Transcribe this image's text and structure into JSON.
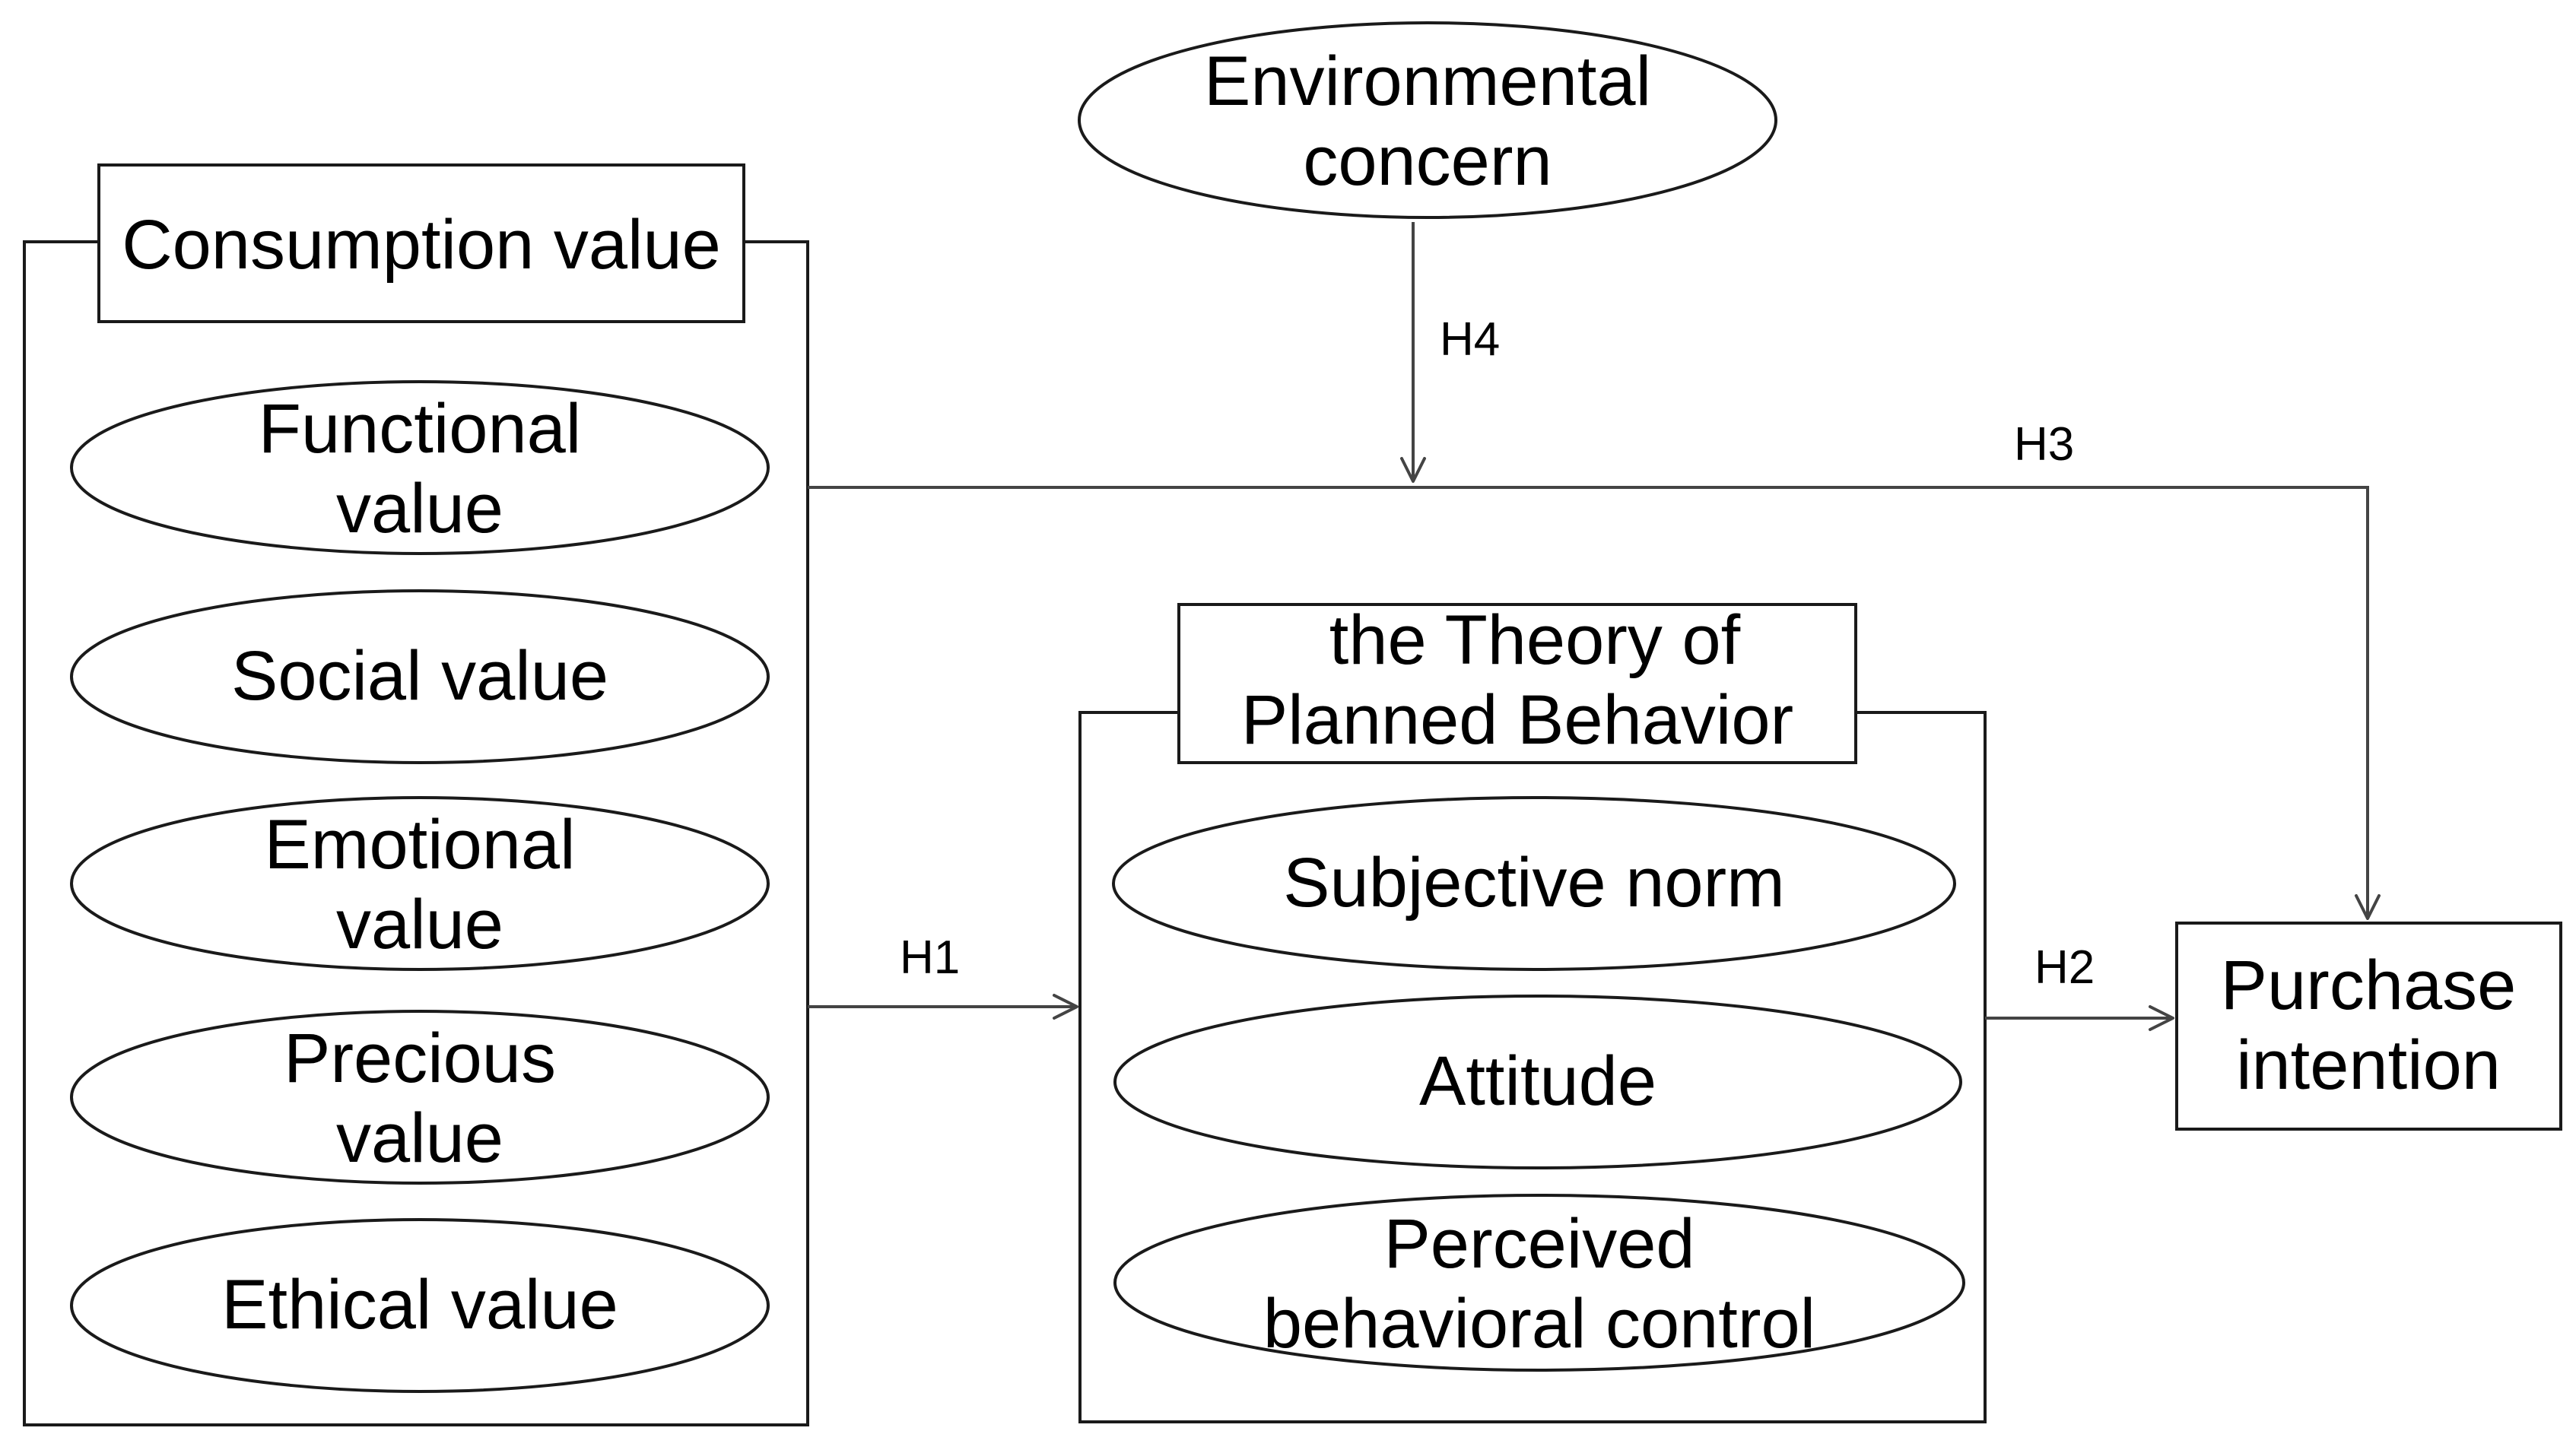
{
  "diagram": {
    "consumption_value": {
      "title": "Consumption value",
      "items": [
        {
          "lines": [
            "Functional",
            "value"
          ]
        },
        {
          "lines": [
            "Social value"
          ]
        },
        {
          "lines": [
            "Emotional",
            "value"
          ]
        },
        {
          "lines": [
            "Precious",
            "value"
          ]
        },
        {
          "lines": [
            "Ethical value"
          ]
        }
      ]
    },
    "environmental_concern": {
      "lines": [
        "Environmental",
        "concern"
      ]
    },
    "tpb": {
      "title_lines": [
        "the Theory of",
        "Planned Behavior"
      ],
      "items": [
        {
          "lines": [
            "Subjective norm"
          ]
        },
        {
          "lines": [
            "Attitude"
          ]
        },
        {
          "lines": [
            "Perceived",
            "behavioral control"
          ]
        }
      ]
    },
    "purchase_intention": {
      "lines": [
        "Purchase",
        "intention"
      ]
    },
    "hypotheses": {
      "h1": "H1",
      "h2": "H2",
      "h3": "H3",
      "h4": "H4"
    },
    "colors": {
      "stroke": "#1a1a1a",
      "arrow": "#444444",
      "text": "#000000",
      "background": "#ffffff"
    }
  }
}
